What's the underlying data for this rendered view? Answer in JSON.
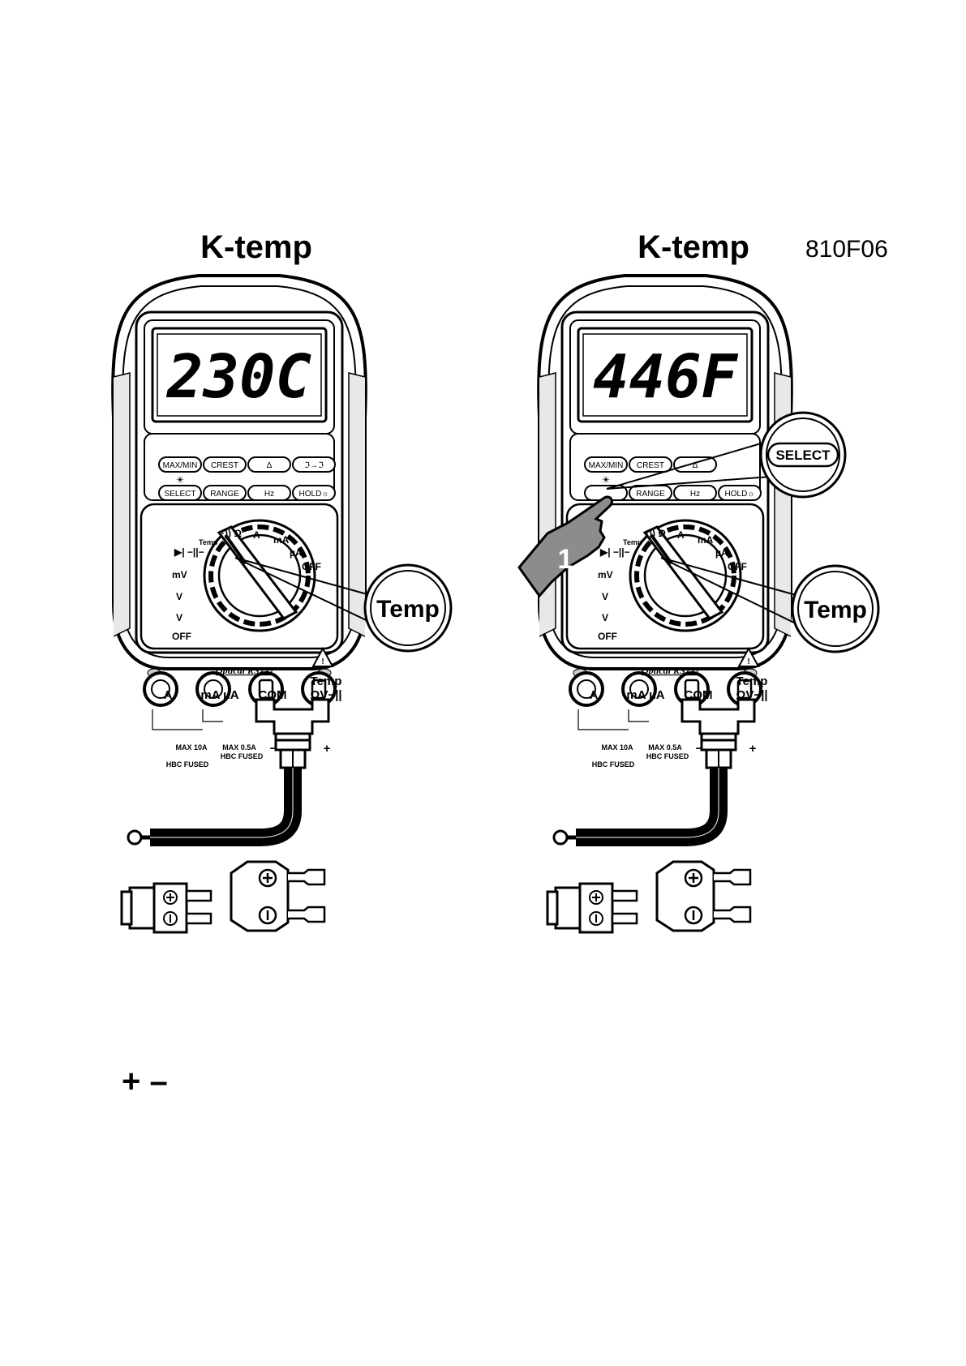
{
  "figure_id": "810F06",
  "panels": [
    {
      "title": "K-temp",
      "display": "230C",
      "callout": "Temp"
    },
    {
      "title": "K-temp",
      "display": "446F",
      "callout": "Temp",
      "select_callout": "SELECT",
      "step_number": "1"
    }
  ],
  "buttons": {
    "row1": [
      "MAX/MIN",
      "CREST",
      "Δ",
      "ℑ→ℑ"
    ],
    "row2": [
      "SELECT",
      "RANGE",
      "Hz",
      "HOLD☼"
    ]
  },
  "dial": {
    "temp": "Temp",
    "ohm": "·)) Ω",
    "a": "A",
    "ma": "mA",
    "ua": "µA",
    "off_right": "OFF",
    "diode": "▶|  −||−",
    "mv": "mV",
    "v_dc": "V",
    "v_ac": "V",
    "off_left": "OFF"
  },
  "rs232": "Optical RS232",
  "jacks": {
    "a": "A",
    "ma_ua": "mA µA",
    "com": "COM",
    "temp": "Temp",
    "ohm_v": "ΩV−||",
    "minus": "−",
    "plus": "+",
    "fuse_a": "MAX\n10A",
    "fuse_ma": "MAX 0.5A",
    "hbc1": "HBC FUSED",
    "hbc2": "HBC FUSED"
  },
  "bottom_symbols": "+ –"
}
